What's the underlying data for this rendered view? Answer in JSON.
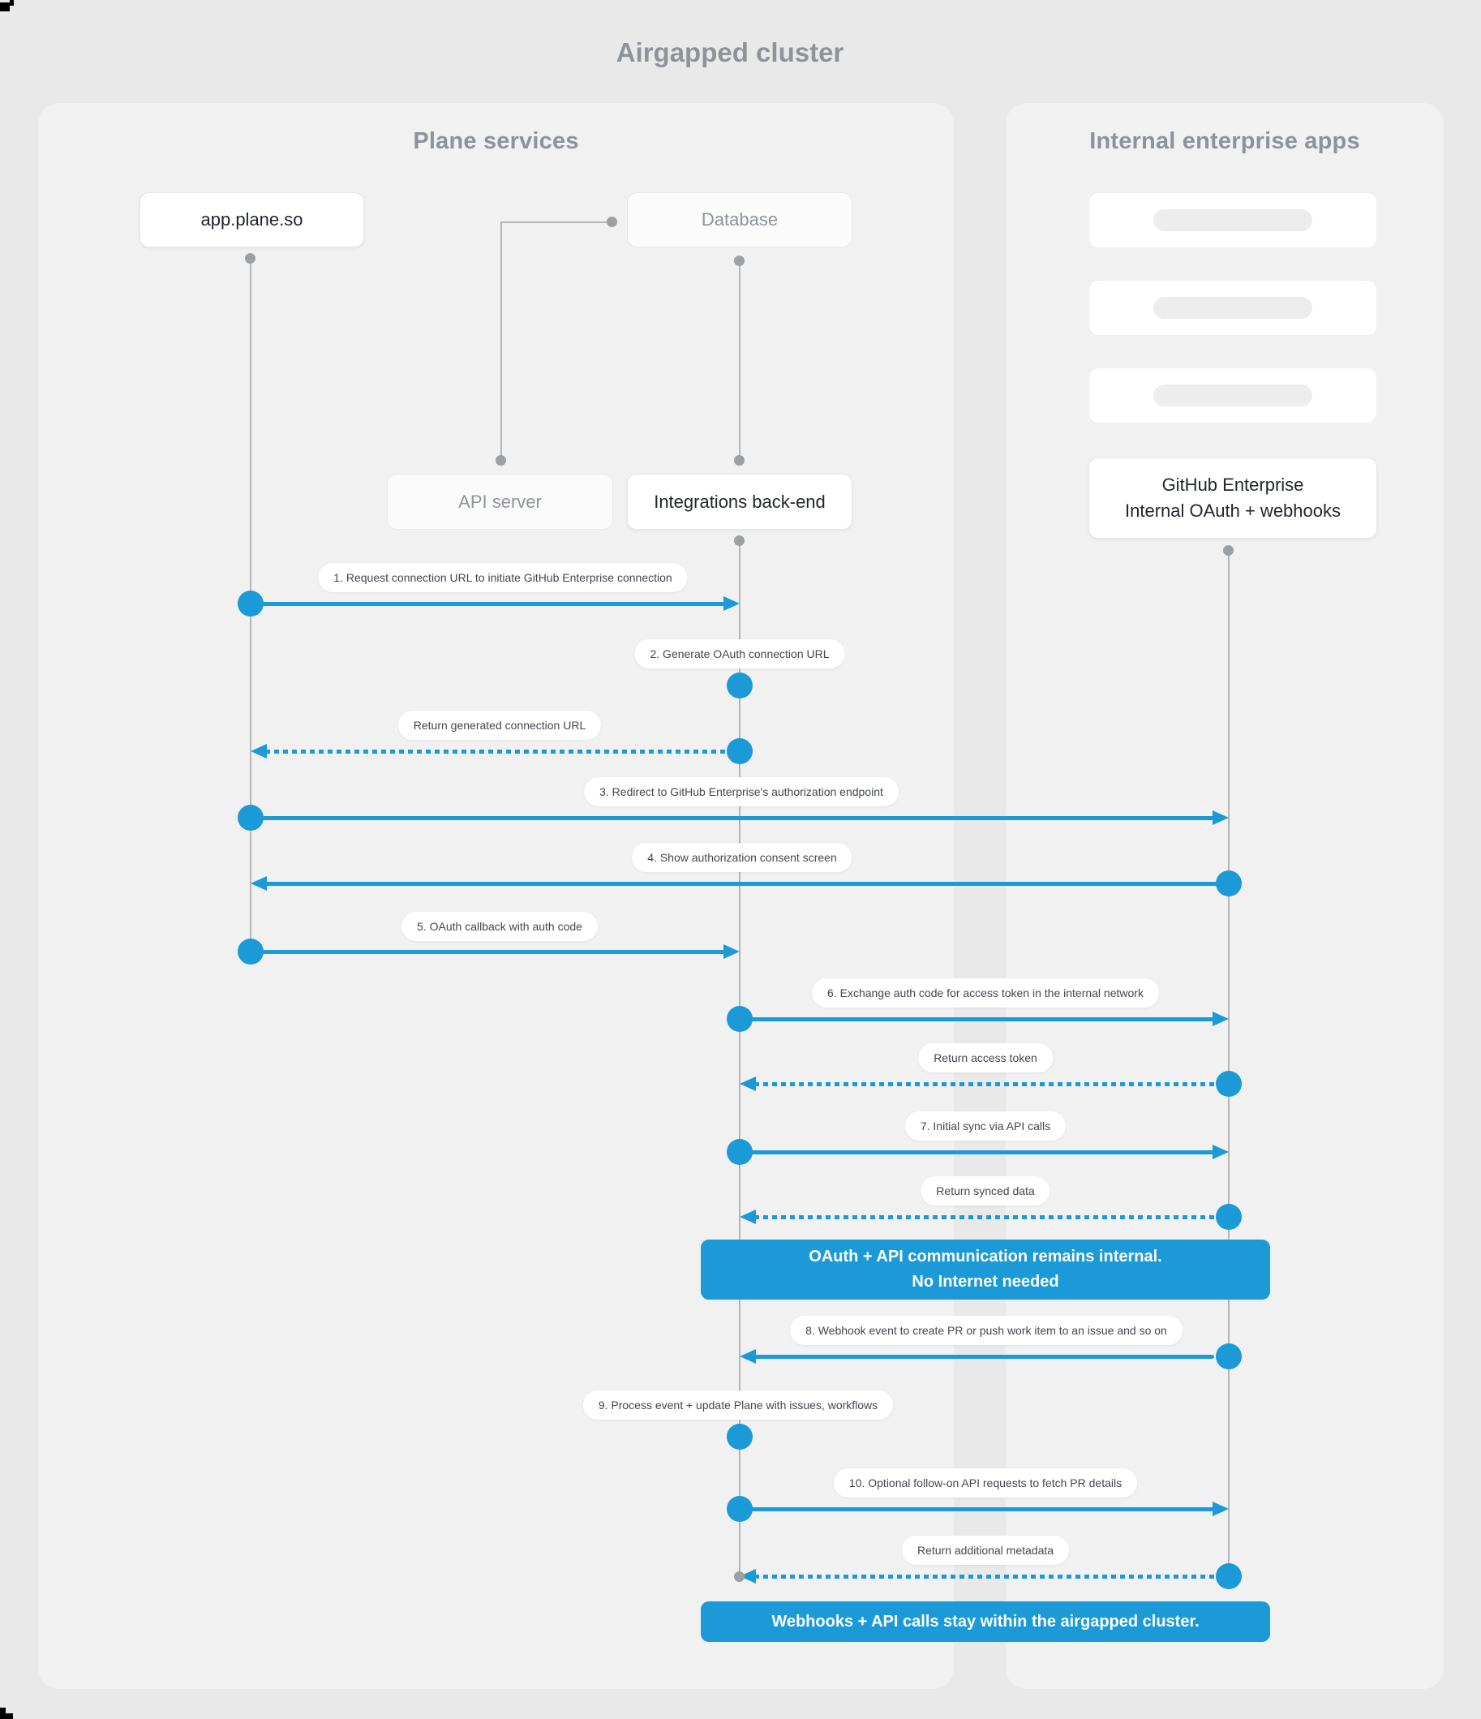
{
  "title": "Airgapped cluster",
  "colors": {
    "accent_blue": "#1b9ad7",
    "page_bg": "#e9e9e9",
    "panel_bg": "#f1f1f2",
    "lifeline_gray": "#b4b5b6"
  },
  "panels": {
    "plane": {
      "title": "Plane services"
    },
    "enterprise": {
      "title": "Internal enterprise apps"
    }
  },
  "nodes": {
    "app": {
      "label": "app.plane.so"
    },
    "database": {
      "label": "Database"
    },
    "api_server": {
      "label": "API server"
    },
    "integrations": {
      "label": "Integrations back-end"
    },
    "github": {
      "line1": "GitHub Enterprise",
      "line2": "Internal OAuth + webhooks"
    }
  },
  "sequence": [
    {
      "label": "1. Request connection URL to initiate GitHub Enterprise connection",
      "from": "app.plane.so",
      "to": "Integrations back-end",
      "style": "solid"
    },
    {
      "label": "2. Generate OAuth connection URL",
      "from": "Integrations back-end",
      "to": "Integrations back-end",
      "style": "self"
    },
    {
      "label": "Return generated connection URL",
      "from": "Integrations back-end",
      "to": "app.plane.so",
      "style": "dashed"
    },
    {
      "label": "3. Redirect to GitHub Enterprise's authorization endpoint",
      "from": "app.plane.so",
      "to": "GitHub Enterprise",
      "style": "solid"
    },
    {
      "label": "4. Show authorization consent screen",
      "from": "GitHub Enterprise",
      "to": "app.plane.so",
      "style": "solid"
    },
    {
      "label": "5. OAuth callback with auth code",
      "from": "app.plane.so",
      "to": "Integrations back-end",
      "style": "solid"
    },
    {
      "label": "6. Exchange auth code for access token in the internal network",
      "from": "Integrations back-end",
      "to": "GitHub Enterprise",
      "style": "solid"
    },
    {
      "label": "Return access token",
      "from": "GitHub Enterprise",
      "to": "Integrations back-end",
      "style": "dashed"
    },
    {
      "label": "7. Initial sync via API calls",
      "from": "Integrations back-end",
      "to": "GitHub Enterprise",
      "style": "solid"
    },
    {
      "label": "Return synced data",
      "from": "GitHub Enterprise",
      "to": "Integrations back-end",
      "style": "dashed"
    },
    {
      "label": "8. Webhook event to create PR  or push work item to an issue  and so on",
      "from": "GitHub Enterprise",
      "to": "Integrations back-end",
      "style": "solid"
    },
    {
      "label": "9. Process event + update Plane with issues, workflows",
      "from": "Integrations back-end",
      "to": "Integrations back-end",
      "style": "self"
    },
    {
      "label": "10. Optional follow-on API requests to fetch PR details",
      "from": "Integrations back-end",
      "to": "GitHub Enterprise",
      "style": "solid"
    },
    {
      "label": "Return additional metadata",
      "from": "GitHub Enterprise",
      "to": "Integrations back-end",
      "style": "dashed"
    }
  ],
  "banners": [
    {
      "line1": "OAuth + API communication remains internal.",
      "line2": "No Internet needed"
    },
    {
      "line1": "Webhooks + API calls stay within the airgapped cluster."
    }
  ]
}
